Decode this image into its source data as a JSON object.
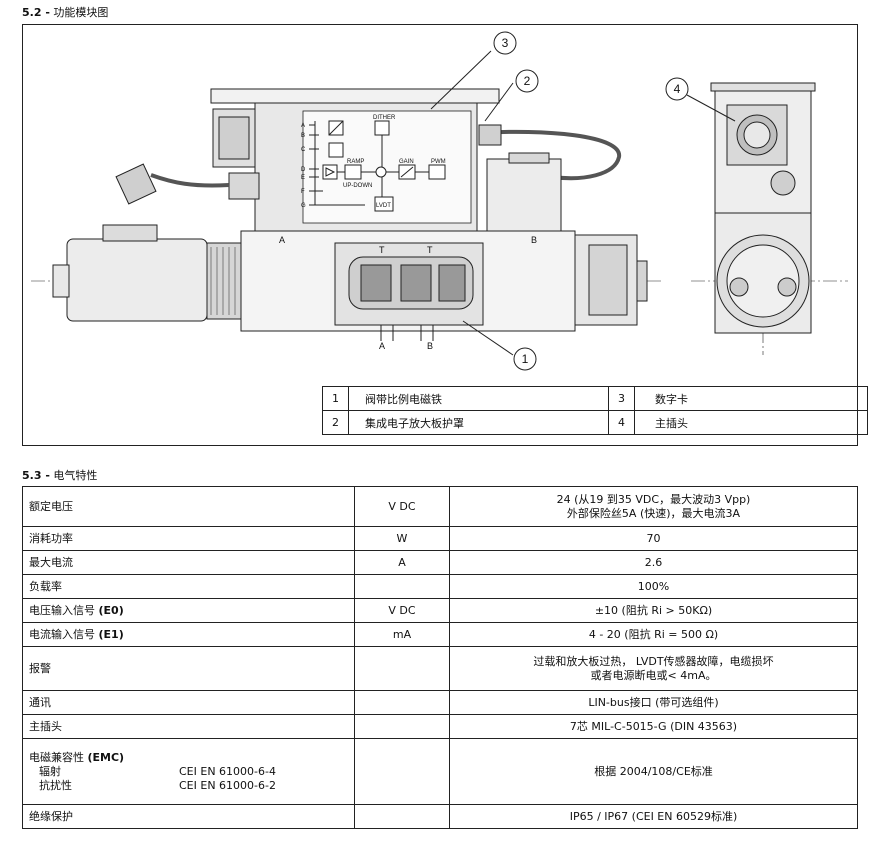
{
  "section_52": {
    "num": "5.2 -",
    "title": "功能模块图"
  },
  "diagram": {
    "callouts": [
      "1",
      "2",
      "3",
      "4"
    ],
    "pins": [
      "A",
      "B",
      "C",
      "D",
      "E",
      "F",
      "G"
    ],
    "blocks": {
      "dither": "DITHER",
      "ramp": "RAMP",
      "updown": "UP-DOWN",
      "gain": "GAIN",
      "pwm": "PWM",
      "lvdt": "LVDT"
    },
    "ports": {
      "a": "A",
      "b": "B",
      "t": "T"
    }
  },
  "legend": {
    "rows": [
      {
        "n1": "1",
        "t1": "阀带比例电磁铁",
        "n2": "3",
        "t2": "数字卡"
      },
      {
        "n1": "2",
        "t1": "集成电子放大板护罩",
        "n2": "4",
        "t2": "主插头"
      }
    ]
  },
  "section_53": {
    "num": "5.3 -",
    "title": "电气特性"
  },
  "spec": {
    "rows": [
      {
        "label": "额定电压",
        "unit": "V DC",
        "value": "24 (从19 到35 VDC，最大波动3 Vpp)",
        "value2": "外部保险丝5A (快速)，最大电流3A"
      },
      {
        "label": "消耗功率",
        "unit": "W",
        "value": "70"
      },
      {
        "label": "最大电流",
        "unit": "A",
        "value": "2.6"
      },
      {
        "label": "负载率",
        "unit": "",
        "value": "100%"
      },
      {
        "label": "电压输入信号",
        "label_b": "(E0)",
        "unit": "V DC",
        "value": "±10  (阻抗 Ri > 50KΩ)"
      },
      {
        "label": "电流输入信号",
        "label_b": "(E1)",
        "unit": "mA",
        "value": "4 - 20 (阻抗 Ri = 500 Ω)"
      },
      {
        "label": "报警",
        "unit": "",
        "value": "过载和放大板过热， LVDT传感器故障，电缆损坏",
        "value2": "或者电源断电或< 4mA。"
      },
      {
        "label": "通讯",
        "unit": "",
        "value": "LIN-bus接口 (带可选组件)"
      },
      {
        "label": "主插头",
        "unit": "",
        "value": "7芯 MIL-C-5015-G (DIN 43563)"
      },
      {
        "label": "电磁兼容性",
        "label_b": "(EMC)",
        "emc_rad": "辐射",
        "emc_rad_std": "CEI EN 61000-6-4",
        "emc_imm": "抗扰性",
        "emc_imm_std": "CEI EN 61000-6-2",
        "unit": "",
        "value": "根据 2004/108/CE标准"
      },
      {
        "label": "绝缘保护",
        "unit": "",
        "value": "IP65 / IP67 (CEI EN 60529标准)"
      }
    ]
  }
}
